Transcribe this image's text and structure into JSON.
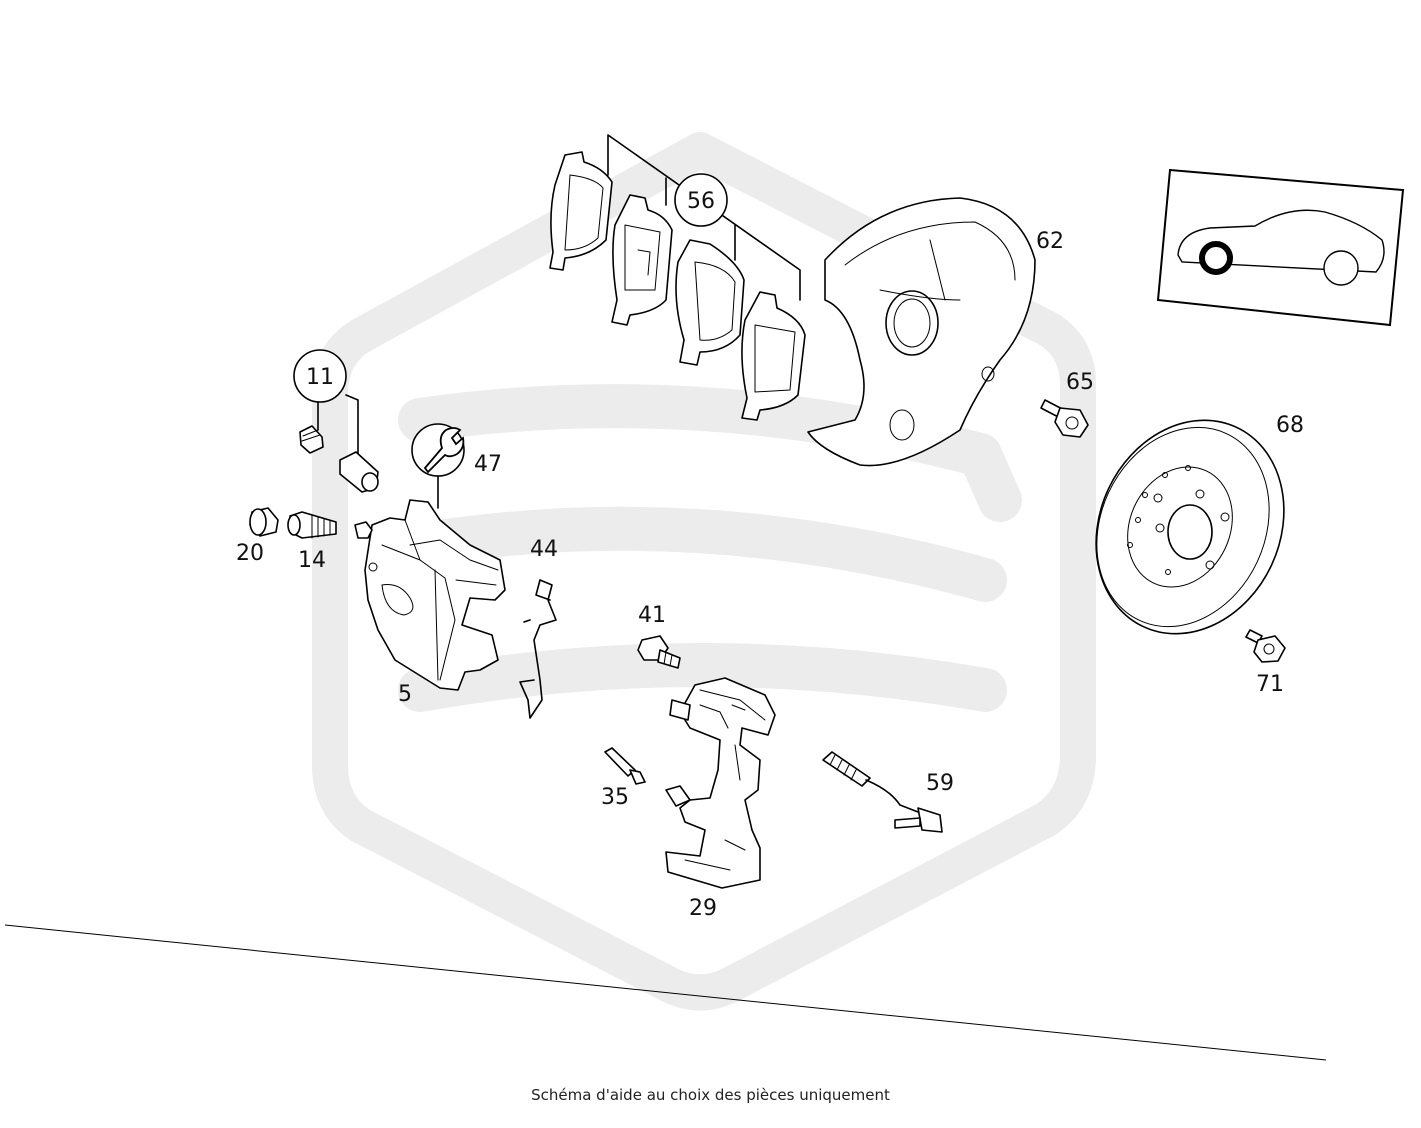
{
  "parts": {
    "p5": "5",
    "p11": "11",
    "p14": "14",
    "p20": "20",
    "p29": "29",
    "p35": "35",
    "p41": "41",
    "p44": "44",
    "p47": "47",
    "p56": "56",
    "p59": "59",
    "p62": "62",
    "p65": "65",
    "p68": "68",
    "p71": "71"
  },
  "icons": [
    "wrench-icon",
    "car-location-icon"
  ],
  "watermark_color": "#ececec",
  "caption": "Schéma d'aide au choix des pièces uniquement"
}
